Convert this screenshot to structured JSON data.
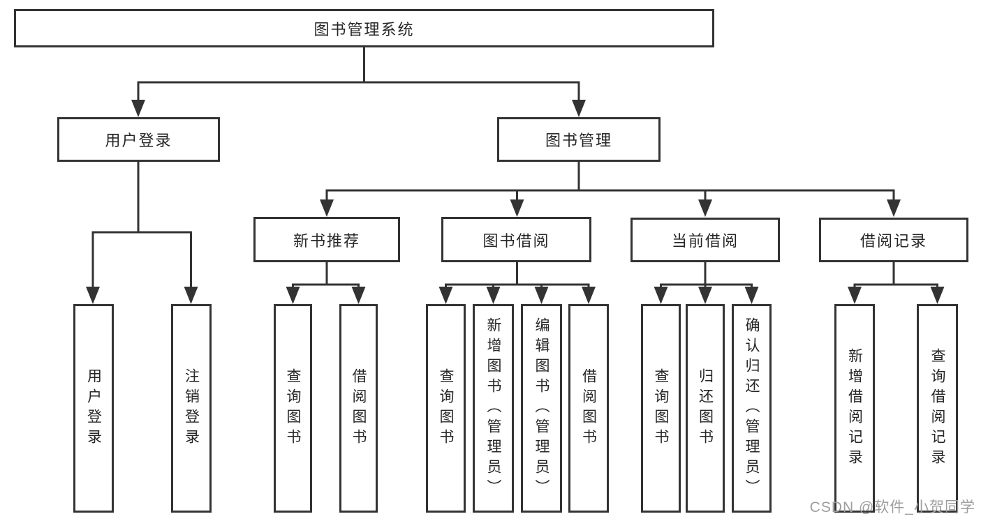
{
  "tree": {
    "label": "图书管理系统",
    "children": [
      {
        "label": "用户登录",
        "children": [
          {
            "label": "用户登录"
          },
          {
            "label": "注销登录"
          }
        ]
      },
      {
        "label": "图书管理",
        "children": [
          {
            "label": "新书推荐",
            "children": [
              {
                "label": "查询图书"
              },
              {
                "label": "借阅图书"
              }
            ]
          },
          {
            "label": "图书借阅",
            "children": [
              {
                "label": "查询图书"
              },
              {
                "label": "新增图书（管理员）"
              },
              {
                "label": "编辑图书（管理员）"
              },
              {
                "label": "借阅图书"
              }
            ]
          },
          {
            "label": "当前借阅",
            "children": [
              {
                "label": "查询图书"
              },
              {
                "label": "归还图书"
              },
              {
                "label": "确认归还（管理员）"
              }
            ]
          },
          {
            "label": "借阅记录",
            "children": [
              {
                "label": "新增借阅记录"
              },
              {
                "label": "查询借阅记录"
              }
            ]
          }
        ]
      }
    ]
  },
  "watermark": {
    "text": "CSDN @软件_小贺同学"
  },
  "colors": {
    "background": "#ffffff",
    "line": "#333333",
    "box_border": "#333333",
    "text": "#262626",
    "watermark": "#9e9e9e"
  }
}
